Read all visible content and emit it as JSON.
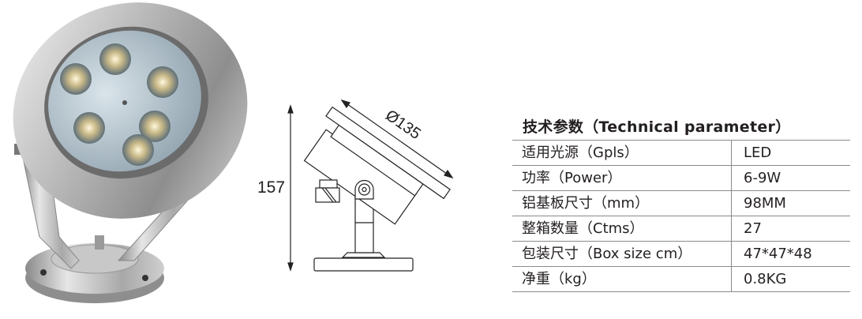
{
  "drawing": {
    "height_label": "157",
    "diameter_label": "Ø135"
  },
  "table": {
    "title": "技术参数（Technical parameter）",
    "rows": [
      {
        "label": "适用光源（Gpls）",
        "value": "LED"
      },
      {
        "label": "功率（Power）",
        "value": "6-9W"
      },
      {
        "label": "铝基板尺寸（mm）",
        "value": "98MM"
      },
      {
        "label": "整箱数量（Ctms）",
        "value": "27"
      },
      {
        "label": "包装尺寸（Box size cm）",
        "value": "47*47*48"
      },
      {
        "label": "净重（kg）",
        "value": "0.8KG"
      }
    ]
  }
}
